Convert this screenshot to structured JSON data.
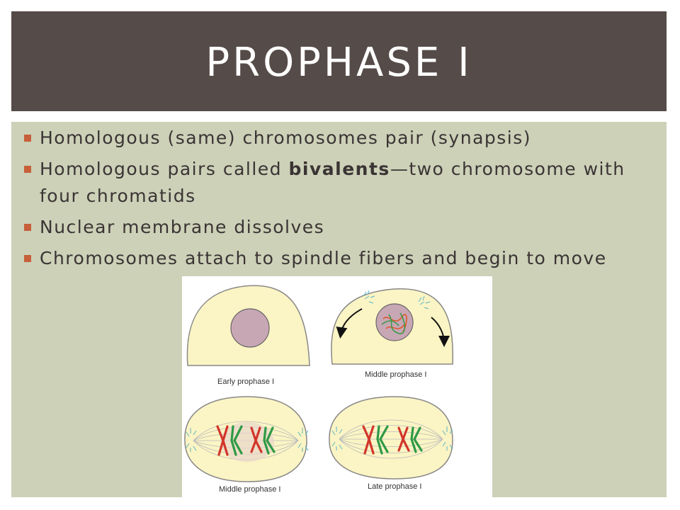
{
  "slide": {
    "title": "PROPHASE I",
    "bullets": [
      {
        "text": "Homologous (same) chromosomes pair (synapsis)"
      },
      {
        "text_before": "Homologous pairs called ",
        "bold": "bivalents",
        "text_after": "—two chromosome with four chromatids"
      },
      {
        "text": "Nuclear membrane dissolves"
      },
      {
        "text": "Chromosomes attach to spindle fibers and begin to move"
      }
    ]
  },
  "figure": {
    "captions": [
      "Early prophase I",
      "Middle prophase I",
      "Middle prophase I",
      "Late prophase I"
    ]
  },
  "colors": {
    "title_bg": "#554b48",
    "content_bg": "#ccd1b8",
    "bullet": "#c7603a",
    "cell_fill": "#fbf4c4",
    "nucleus_fill": "#c8a7b5"
  }
}
